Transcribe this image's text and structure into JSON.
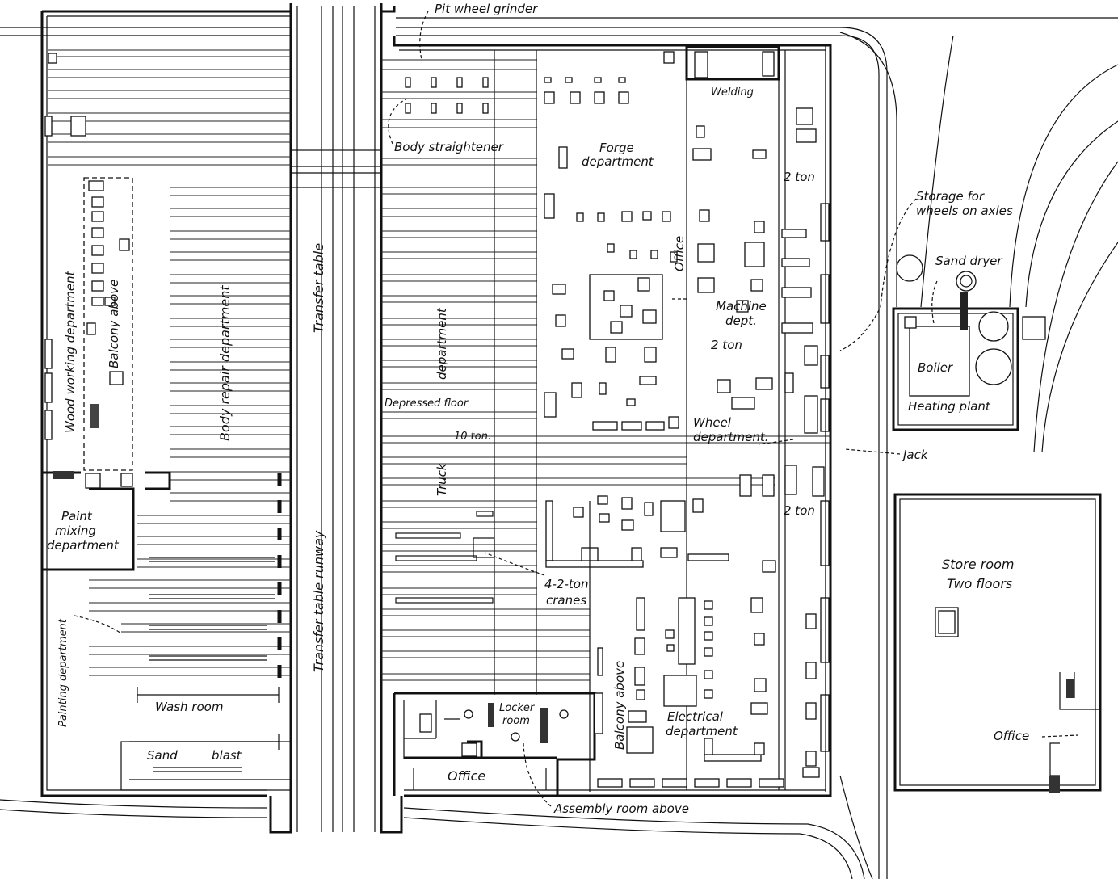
{
  "labels": {
    "pit_wheel_grinder": "Pit wheel grinder",
    "body_straightener": "Body straightener",
    "forge_department_1": "Forge",
    "forge_department_2": "department",
    "welding": "Welding",
    "two_ton_upper": "2 ton",
    "storage_wheels_1": "Storage for",
    "storage_wheels_2": "wheels on axles",
    "sand_dryer": "Sand dryer",
    "office_vertical": "Office",
    "machine_dept_1": "Machine",
    "machine_dept_2": "dept.",
    "two_ton_middle": "2 ton",
    "boiler": "Boiler",
    "heating_plant": "Heating plant",
    "wood_working_department": "Wood working department",
    "balcony_above_left": "Balcony above",
    "body_repair_department": "Body repair department",
    "transfer_table": "Transfer table",
    "transfer_table_runway": "Transfer table runway",
    "department_vertical": "department",
    "depressed_floor": "Depressed floor",
    "ten_ton": "10 ton.",
    "wheel_department_1": "Wheel",
    "wheel_department_2": "department.",
    "jack": "Jack",
    "truck": "Truck",
    "two_ton_lower": "2 ton",
    "paint_mixing_1": "Paint",
    "paint_mixing_2": "mixing",
    "paint_mixing_3": "department",
    "cranes_1": "4-2-ton",
    "cranes_2": "cranes",
    "store_room_1": "Store room",
    "store_room_2": "Two floors",
    "painting_department": "Painting department",
    "balcony_above_right": "Balcony above",
    "electrical_department_1": "Electrical",
    "electrical_department_2": "department",
    "locker_room_1": "Locker",
    "locker_room_2": "room",
    "wash_room": "Wash room",
    "sand_blast_1": "Sand",
    "sand_blast_2": "blast",
    "office_bottom": "Office",
    "office_store": "Office",
    "assembly_room_above": "Assembly room above"
  }
}
